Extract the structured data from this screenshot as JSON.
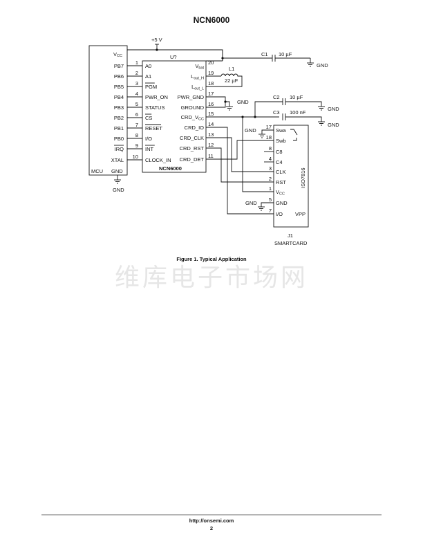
{
  "page": {
    "title": "NCN6000",
    "figure_caption": "Figure 1. Typical Application",
    "watermark": "维库电子市场网",
    "footer_url": "http://onsemi.com",
    "page_number": "2"
  },
  "schematic": {
    "supply_label": "+5 V",
    "mcu": {
      "name": "MCU",
      "vcc_label": "V",
      "vcc_sub": "CC",
      "pins": [
        "PB7",
        "PB6",
        "PB5",
        "PB4",
        "PB3",
        "PB2",
        "PB1",
        "PB0",
        "IRQ",
        "XTAL"
      ],
      "gnd_label": "GND",
      "gnd_symbol_label": "GND"
    },
    "ic": {
      "ref": "U?",
      "name": "NCN6000",
      "left_pins": [
        {
          "num": "1",
          "label": "A0"
        },
        {
          "num": "2",
          "label": "A1"
        },
        {
          "num": "3",
          "label": "PGM"
        },
        {
          "num": "4",
          "label": "PWR_ON"
        },
        {
          "num": "5",
          "label": "STATUS"
        },
        {
          "num": "6",
          "label": "CS"
        },
        {
          "num": "7",
          "label": "RESET"
        },
        {
          "num": "8",
          "label": "I/O"
        },
        {
          "num": "9",
          "label": "INT"
        },
        {
          "num": "10",
          "label": "CLOCK_IN"
        }
      ],
      "right_pins": [
        {
          "num": "20",
          "label": "V",
          "sub": "bat"
        },
        {
          "num": "19",
          "label": "L",
          "sub": "out_H"
        },
        {
          "num": "18",
          "label": "L",
          "sub": "out_L"
        },
        {
          "num": "17",
          "label": "PWR_GND"
        },
        {
          "num": "16",
          "label": "GROUND"
        },
        {
          "num": "15",
          "label": "CRD_V",
          "sub": "CC"
        },
        {
          "num": "14",
          "label": "CRD_IO"
        },
        {
          "num": "13",
          "label": "CRD_CLK"
        },
        {
          "num": "12",
          "label": "CRD_RST"
        },
        {
          "num": "11",
          "label": "CRD_DET"
        }
      ]
    },
    "components": {
      "c1": {
        "ref": "C1",
        "value": "10 µF",
        "gnd": "GND"
      },
      "l1": {
        "ref": "L1",
        "value": "22 µF"
      },
      "pwr_gnd": "GND",
      "c2": {
        "ref": "C2",
        "value": "10 µF",
        "gnd": "GND"
      },
      "c3": {
        "ref": "C3",
        "value": "100 nF",
        "gnd": "GND"
      }
    },
    "smartcard": {
      "ref": "J1",
      "name": "SMARTCARD",
      "standard": "ISO7816",
      "vpp_label": "VPP",
      "pins": [
        {
          "num": "17",
          "label": "Swa"
        },
        {
          "num": "18",
          "label": "Swb"
        },
        {
          "num": "8",
          "label": "C8"
        },
        {
          "num": "4",
          "label": "C4"
        },
        {
          "num": "3",
          "label": "CLK"
        },
        {
          "num": "2",
          "label": "RST"
        },
        {
          "num": "1",
          "label": "V",
          "sub": "CC"
        },
        {
          "num": "5",
          "label": "GND"
        },
        {
          "num": "7",
          "label": "I/O"
        }
      ],
      "gnd_swa": "GND",
      "gnd_pin5": "GND"
    }
  }
}
